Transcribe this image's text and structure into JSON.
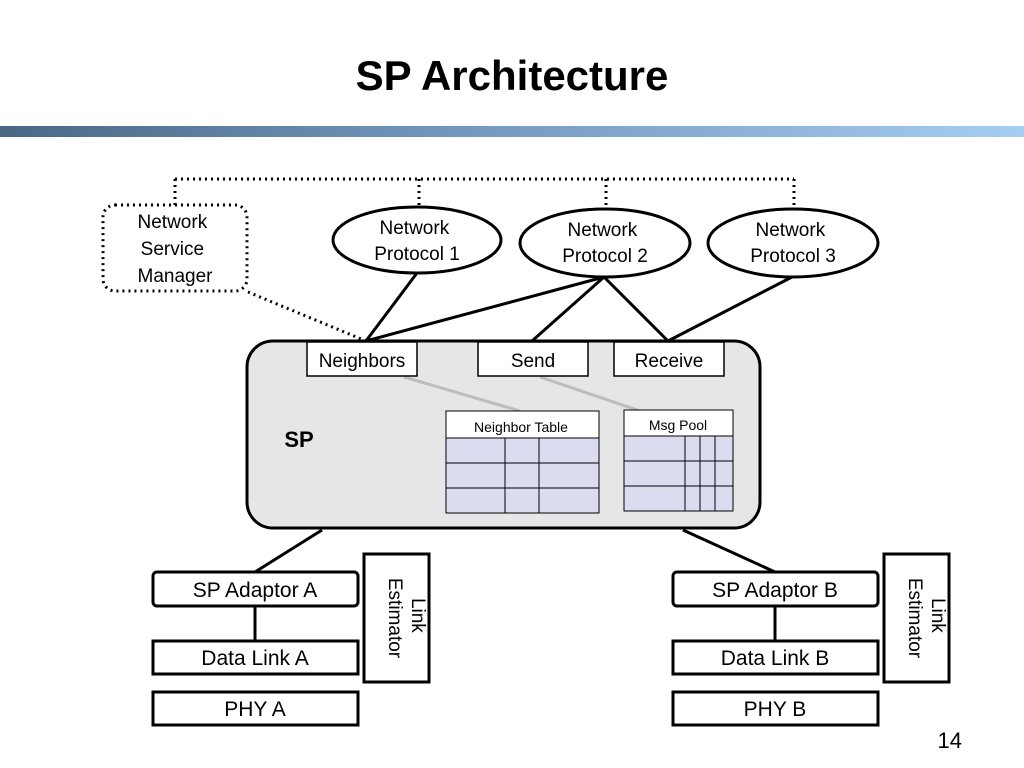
{
  "slide": {
    "title": "SP Architecture",
    "page_number": "14"
  },
  "diagram": {
    "network_service_manager": [
      "Network",
      "Service",
      "Manager"
    ],
    "protocols": [
      [
        "Network",
        "Protocol 1"
      ],
      [
        "Network",
        "Protocol 2"
      ],
      [
        "Network",
        "Protocol 3"
      ]
    ],
    "sp": {
      "label": "SP",
      "ports": {
        "neighbors": "Neighbors",
        "send": "Send",
        "receive": "Receive"
      },
      "neighbor_table": "Neighbor Table",
      "msg_pool": "Msg Pool"
    },
    "stack_a": {
      "adaptor": "SP Adaptor A",
      "data_link": "Data Link A",
      "phy": "PHY A",
      "link_estimator": [
        "Link",
        "Estimator"
      ]
    },
    "stack_b": {
      "adaptor": "SP Adaptor B",
      "data_link": "Data Link B",
      "phy": "PHY B",
      "link_estimator": [
        "Link",
        "Estimator"
      ]
    }
  },
  "colors": {
    "sp_fill": "#e6e6e6",
    "table_fill": "#dcdcf0",
    "rule_start": "#4a6884",
    "rule_end": "#a6cdf2"
  }
}
